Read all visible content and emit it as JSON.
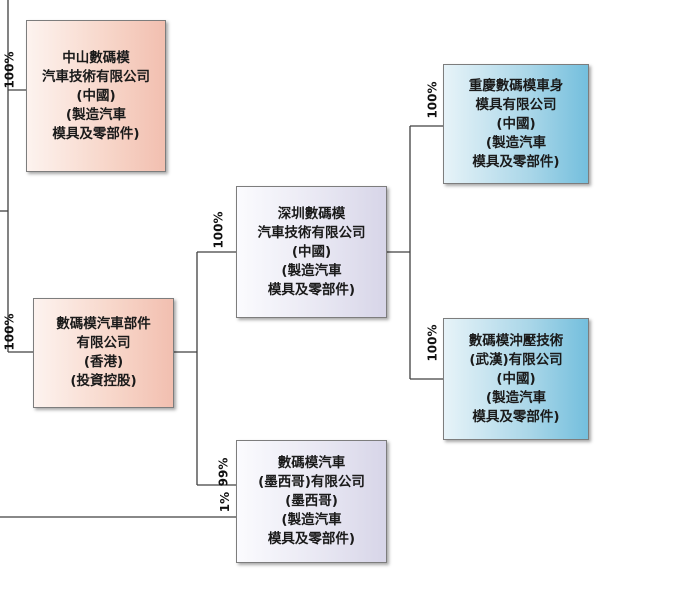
{
  "entities": {
    "zhongshan": {
      "lines": [
        "中山數碼模",
        "汽車技術有限公司",
        "(中國)",
        "(製造汽車",
        "模具及零部件)"
      ]
    },
    "hk": {
      "lines": [
        "數碼模汽車部件",
        "有限公司",
        "(香港)",
        "(投資控股)"
      ]
    },
    "shenzhen": {
      "lines": [
        "深圳數碼模",
        "汽車技術有限公司",
        "(中國)",
        "(製造汽車",
        "模具及零部件)"
      ]
    },
    "mexico": {
      "lines": [
        "數碼模汽車",
        "(墨西哥)有限公司",
        "(墨西哥)",
        "(製造汽車",
        "模具及零部件)"
      ]
    },
    "chongqing": {
      "lines": [
        "重慶數碼模車身",
        "模具有限公司",
        "(中國)",
        "(製造汽車",
        "模具及零部件)"
      ]
    },
    "wuhan": {
      "lines": [
        "數碼模沖壓技術",
        "(武漢)有限公司",
        "(中國)",
        "(製造汽車",
        "模具及零部件)"
      ]
    }
  },
  "ownership": {
    "zhongshan": "100%",
    "hk": "100%",
    "shenzhen": "100%",
    "mexico_hk": "99%",
    "mexico_other": "1%",
    "chongqing": "100%",
    "wuhan": "100%"
  },
  "colors": {
    "line": "#404040",
    "pink": "#f2bfb0",
    "lavender": "#d7d5e8",
    "blue": "#74bfdd"
  }
}
